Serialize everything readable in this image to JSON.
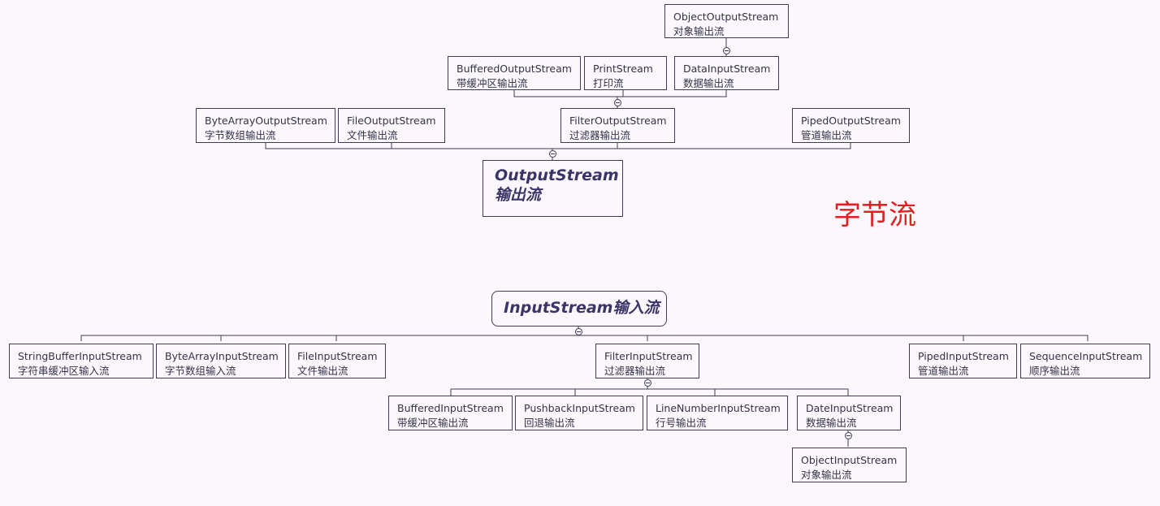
{
  "category_label": "字节流",
  "output": {
    "root": {
      "name": "OutputStream",
      "zh": "输出流"
    },
    "children": [
      {
        "name": "ByteArrayOutputStream",
        "zh": "字节数组输出流"
      },
      {
        "name": "FileOutputStream",
        "zh": "文件输出流"
      },
      {
        "name": "FilterOutputStream",
        "zh": "过滤器输出流"
      },
      {
        "name": "PipedOutputStream",
        "zh": "管道输出流"
      }
    ],
    "filter_children": [
      {
        "name": "BufferedOutputStream",
        "zh": "带缓冲区输出流"
      },
      {
        "name": "PrintStream",
        "zh": "打印流"
      },
      {
        "name": "DataInputStream",
        "zh": "数据输出流"
      }
    ],
    "data_child": {
      "name": "ObjectOutputStream",
      "zh": "对象输出流"
    }
  },
  "input": {
    "root": {
      "label": "InputStream输入流"
    },
    "children": [
      {
        "name": "StringBufferInputStream",
        "zh": "字符串缓冲区输入流"
      },
      {
        "name": "ByteArrayInputStream",
        "zh": "字节数组输入流"
      },
      {
        "name": "FileInputStream",
        "zh": "文件输出流"
      },
      {
        "name": "FilterInputStream",
        "zh": "过滤器输出流"
      },
      {
        "name": "PipedInputStream",
        "zh": "管道输出流"
      },
      {
        "name": "SequenceInputStream",
        "zh": "顺序输出流"
      }
    ],
    "filter_children": [
      {
        "name": "BufferedInputStream",
        "zh": "带缓冲区输出流"
      },
      {
        "name": "PushbackInputStream",
        "zh": "回退输出流"
      },
      {
        "name": "LineNumberInputStream",
        "zh": "行号输出流"
      },
      {
        "name": "DateInputStream",
        "zh": "数据输出流"
      }
    ],
    "date_child": {
      "name": "ObjectInputStream",
      "zh": "对象输出流"
    }
  }
}
